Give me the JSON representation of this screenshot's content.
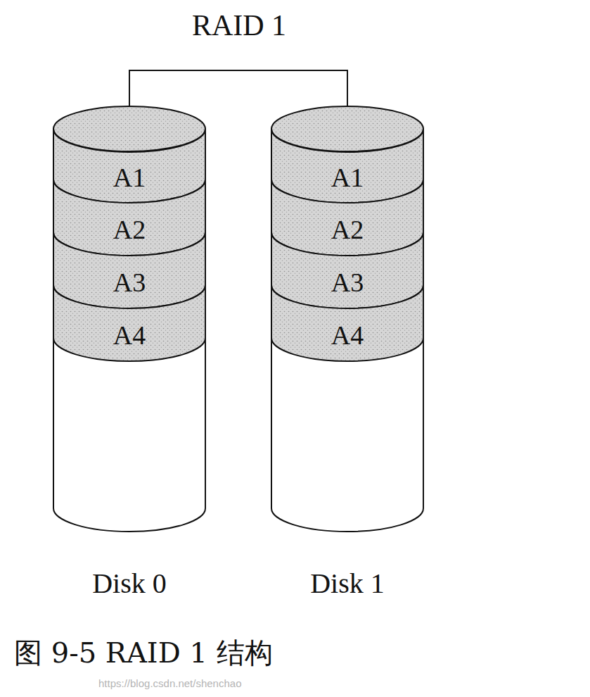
{
  "diagram": {
    "title": "RAID 1",
    "caption": "图 9-5 RAID 1 结构",
    "nodes": [
      {
        "text": [
          "Disk 0"
        ]
      },
      {
        "text": [
          "A1"
        ],
        "in": 0
      },
      {
        "text": [
          "A2"
        ],
        "in": 0
      },
      {
        "text": [
          "A3"
        ],
        "in": 0
      },
      {
        "text": [
          "A4"
        ],
        "in": 0
      },
      {
        "text": [
          "Disk 1"
        ]
      },
      {
        "text": [
          "A1"
        ],
        "in": 5
      },
      {
        "text": [
          "A2"
        ],
        "in": 5
      },
      {
        "text": [
          "A3"
        ],
        "in": 5
      },
      {
        "text": [
          "A4"
        ],
        "in": 5
      }
    ],
    "edges": [
      {
        "from": 0,
        "to": 5,
        "arrow": "none"
      }
    ],
    "labels": [
      "https://blog.csdn.net/shenchao"
    ]
  }
}
